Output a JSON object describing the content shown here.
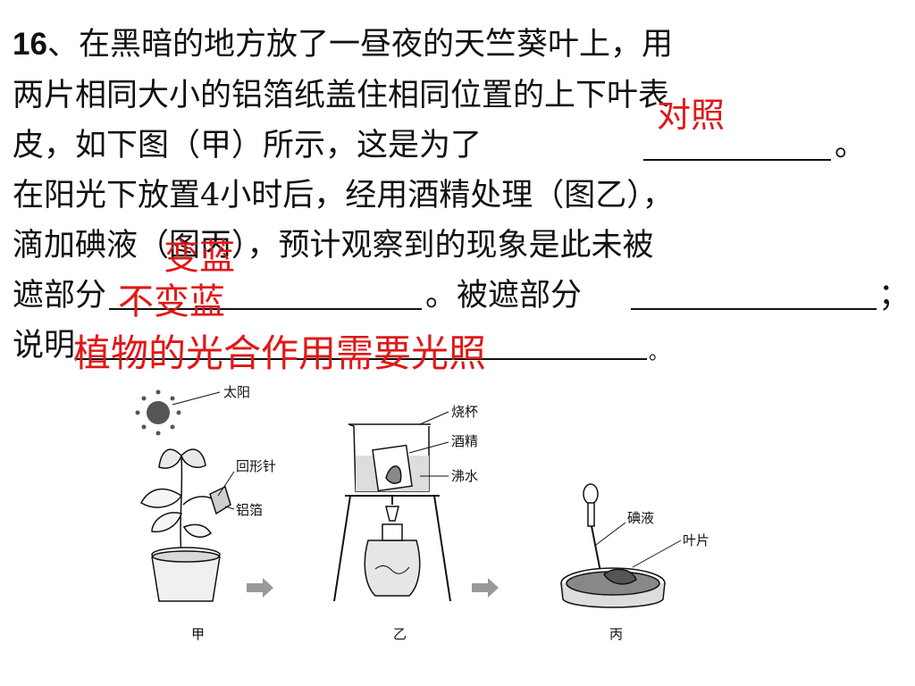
{
  "question": {
    "number": "16",
    "line1_rest": "、在黑暗的地方放了一昼夜的天竺葵叶上，用",
    "line2": "两片相同大小的铝箔纸盖住相同位置的上下叶表",
    "line3": "皮，如下图（甲）所示，这是为了",
    "line3_end": "。",
    "line4": "在阳光下放置4小时后，经用酒精处理（图乙），",
    "line5": "滴加碘液（图丙），预计观察到的现象是此未被",
    "line6_a": "遮部分",
    "line6_b": "。被遮部分",
    "line6_end": "；",
    "line7": "说明",
    "line7_end": "。"
  },
  "answers": {
    "blank1": "对照",
    "blank2": "变蓝",
    "blank3": "不变蓝",
    "blank4": "植物的光合作用需要光照",
    "color": "#e01818"
  },
  "figure": {
    "jia": {
      "sun_label": "太阳",
      "clip_label": "回形针",
      "foil_label": "铝箔",
      "caption": "甲"
    },
    "yi": {
      "beaker_label": "烧杯",
      "alcohol_label": "酒精",
      "water_label": "沸水",
      "caption": "乙"
    },
    "bing": {
      "iodine_label": "碘液",
      "leaf_label": "叶片",
      "caption": "丙"
    }
  }
}
